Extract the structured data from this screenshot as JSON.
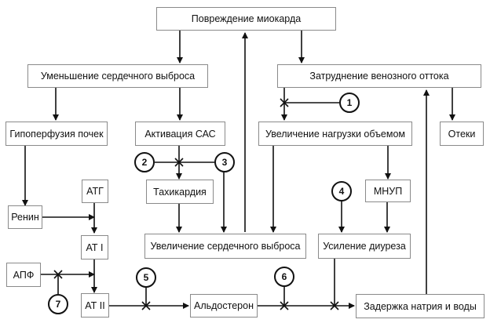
{
  "diagram": {
    "nodes": {
      "myocardial_damage": "Повреждение миокарда",
      "decreased_cardiac_output": "Уменьшение сердечного выброса",
      "venous_outflow_difficulty": "Затруднение венозного оттока",
      "renal_hypoperfusion": "Гипоперфузия почек",
      "sas_activation": "Активация САС",
      "volume_load_increase": "Увеличение нагрузки объемом",
      "edema": "Отеки",
      "atg": "АТГ",
      "tachycardia": "Тахикардия",
      "mnup": "МНУП",
      "renin": "Ренин",
      "at1": "АТ I",
      "increased_cardiac_output": "Увеличение сердечного выброса",
      "increased_diuresis": "Усиление диуреза",
      "ace": "АПФ",
      "at2": "АТ II",
      "aldosterone": "Альдостерон",
      "sodium_water_retention": "Задержка натрия и воды"
    },
    "markers": [
      "1",
      "2",
      "3",
      "4",
      "5",
      "6",
      "7"
    ]
  }
}
